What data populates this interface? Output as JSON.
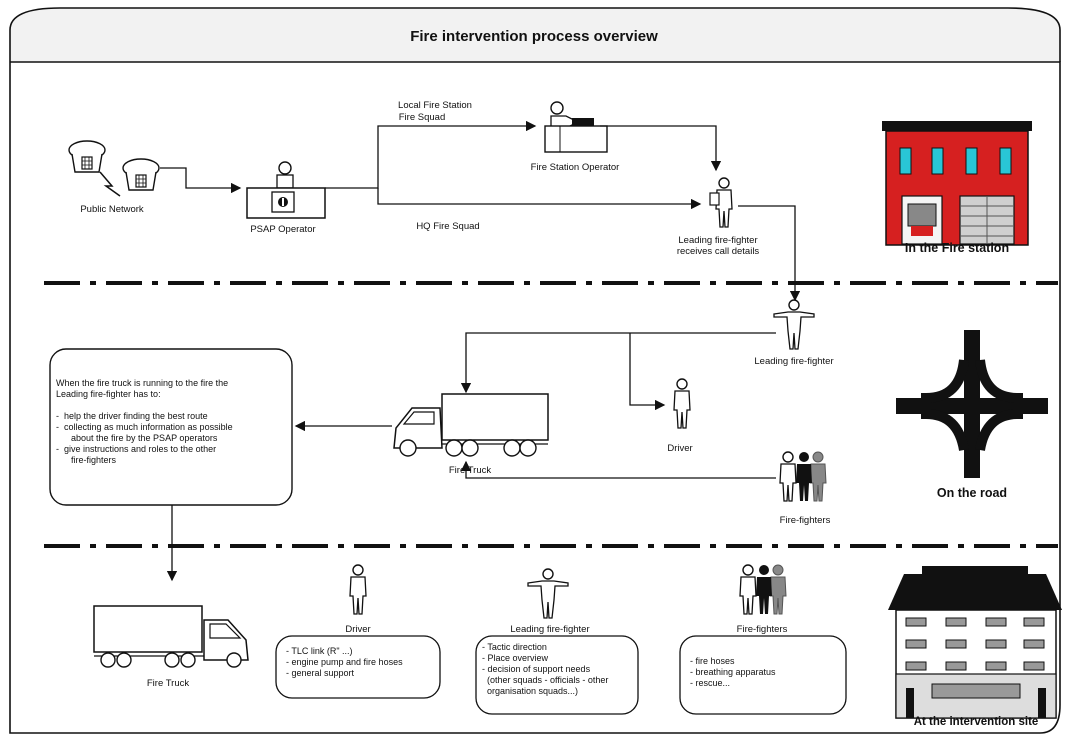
{
  "title": "Fire intervention process overview",
  "zones": {
    "station": "In the Fire station",
    "road": "On the road",
    "site": "At the intervention site"
  },
  "station_labels": {
    "public_network": "Public Network",
    "psap_operator": "PSAP Operator",
    "local_fire_station_line1": "Local Fire Station",
    "local_fire_station_line2": "Fire Squad",
    "hq_fire_squad": "HQ Fire Squad",
    "fire_station_operator": "Fire Station Operator",
    "leading_receives_line1": "Leading fire-fighter",
    "leading_receives_line2": "receives call details"
  },
  "road_labels": {
    "leading_fire_fighter": "Leading fire-fighter",
    "driver": "Driver",
    "fire_truck": "Fire Truck",
    "fire_fighters": "Fire-fighters"
  },
  "road_box": {
    "intro_line1": "When the fire truck is running to the fire the",
    "intro_line2": "Leading fire-fighter has to:",
    "items": [
      "-  help the driver finding the best route",
      "-  collecting as much information as possible",
      "      about the fire by the PSAP operators",
      "-  give instructions and roles to the other",
      "      fire-fighters"
    ]
  },
  "site_labels": {
    "fire_truck": "Fire Truck",
    "driver": "Driver",
    "leading_fire_fighter": "Leading fire-fighter",
    "fire_fighters": "Fire-fighters"
  },
  "site_boxes": {
    "driver": [
      "- TLC link (R\" ...)",
      "- engine pump and fire hoses",
      "- general support"
    ],
    "leading": [
      "- Tactic direction",
      "- Place overview",
      "- decision of support needs",
      "  (other squads - officials - other",
      "  organisation squads...)"
    ],
    "fighters": [
      "- fire hoses",
      "- breathing apparatus",
      "- rescue..."
    ]
  },
  "colors": {
    "station_brick": "#d62020",
    "station_window": "#29c6d6"
  }
}
